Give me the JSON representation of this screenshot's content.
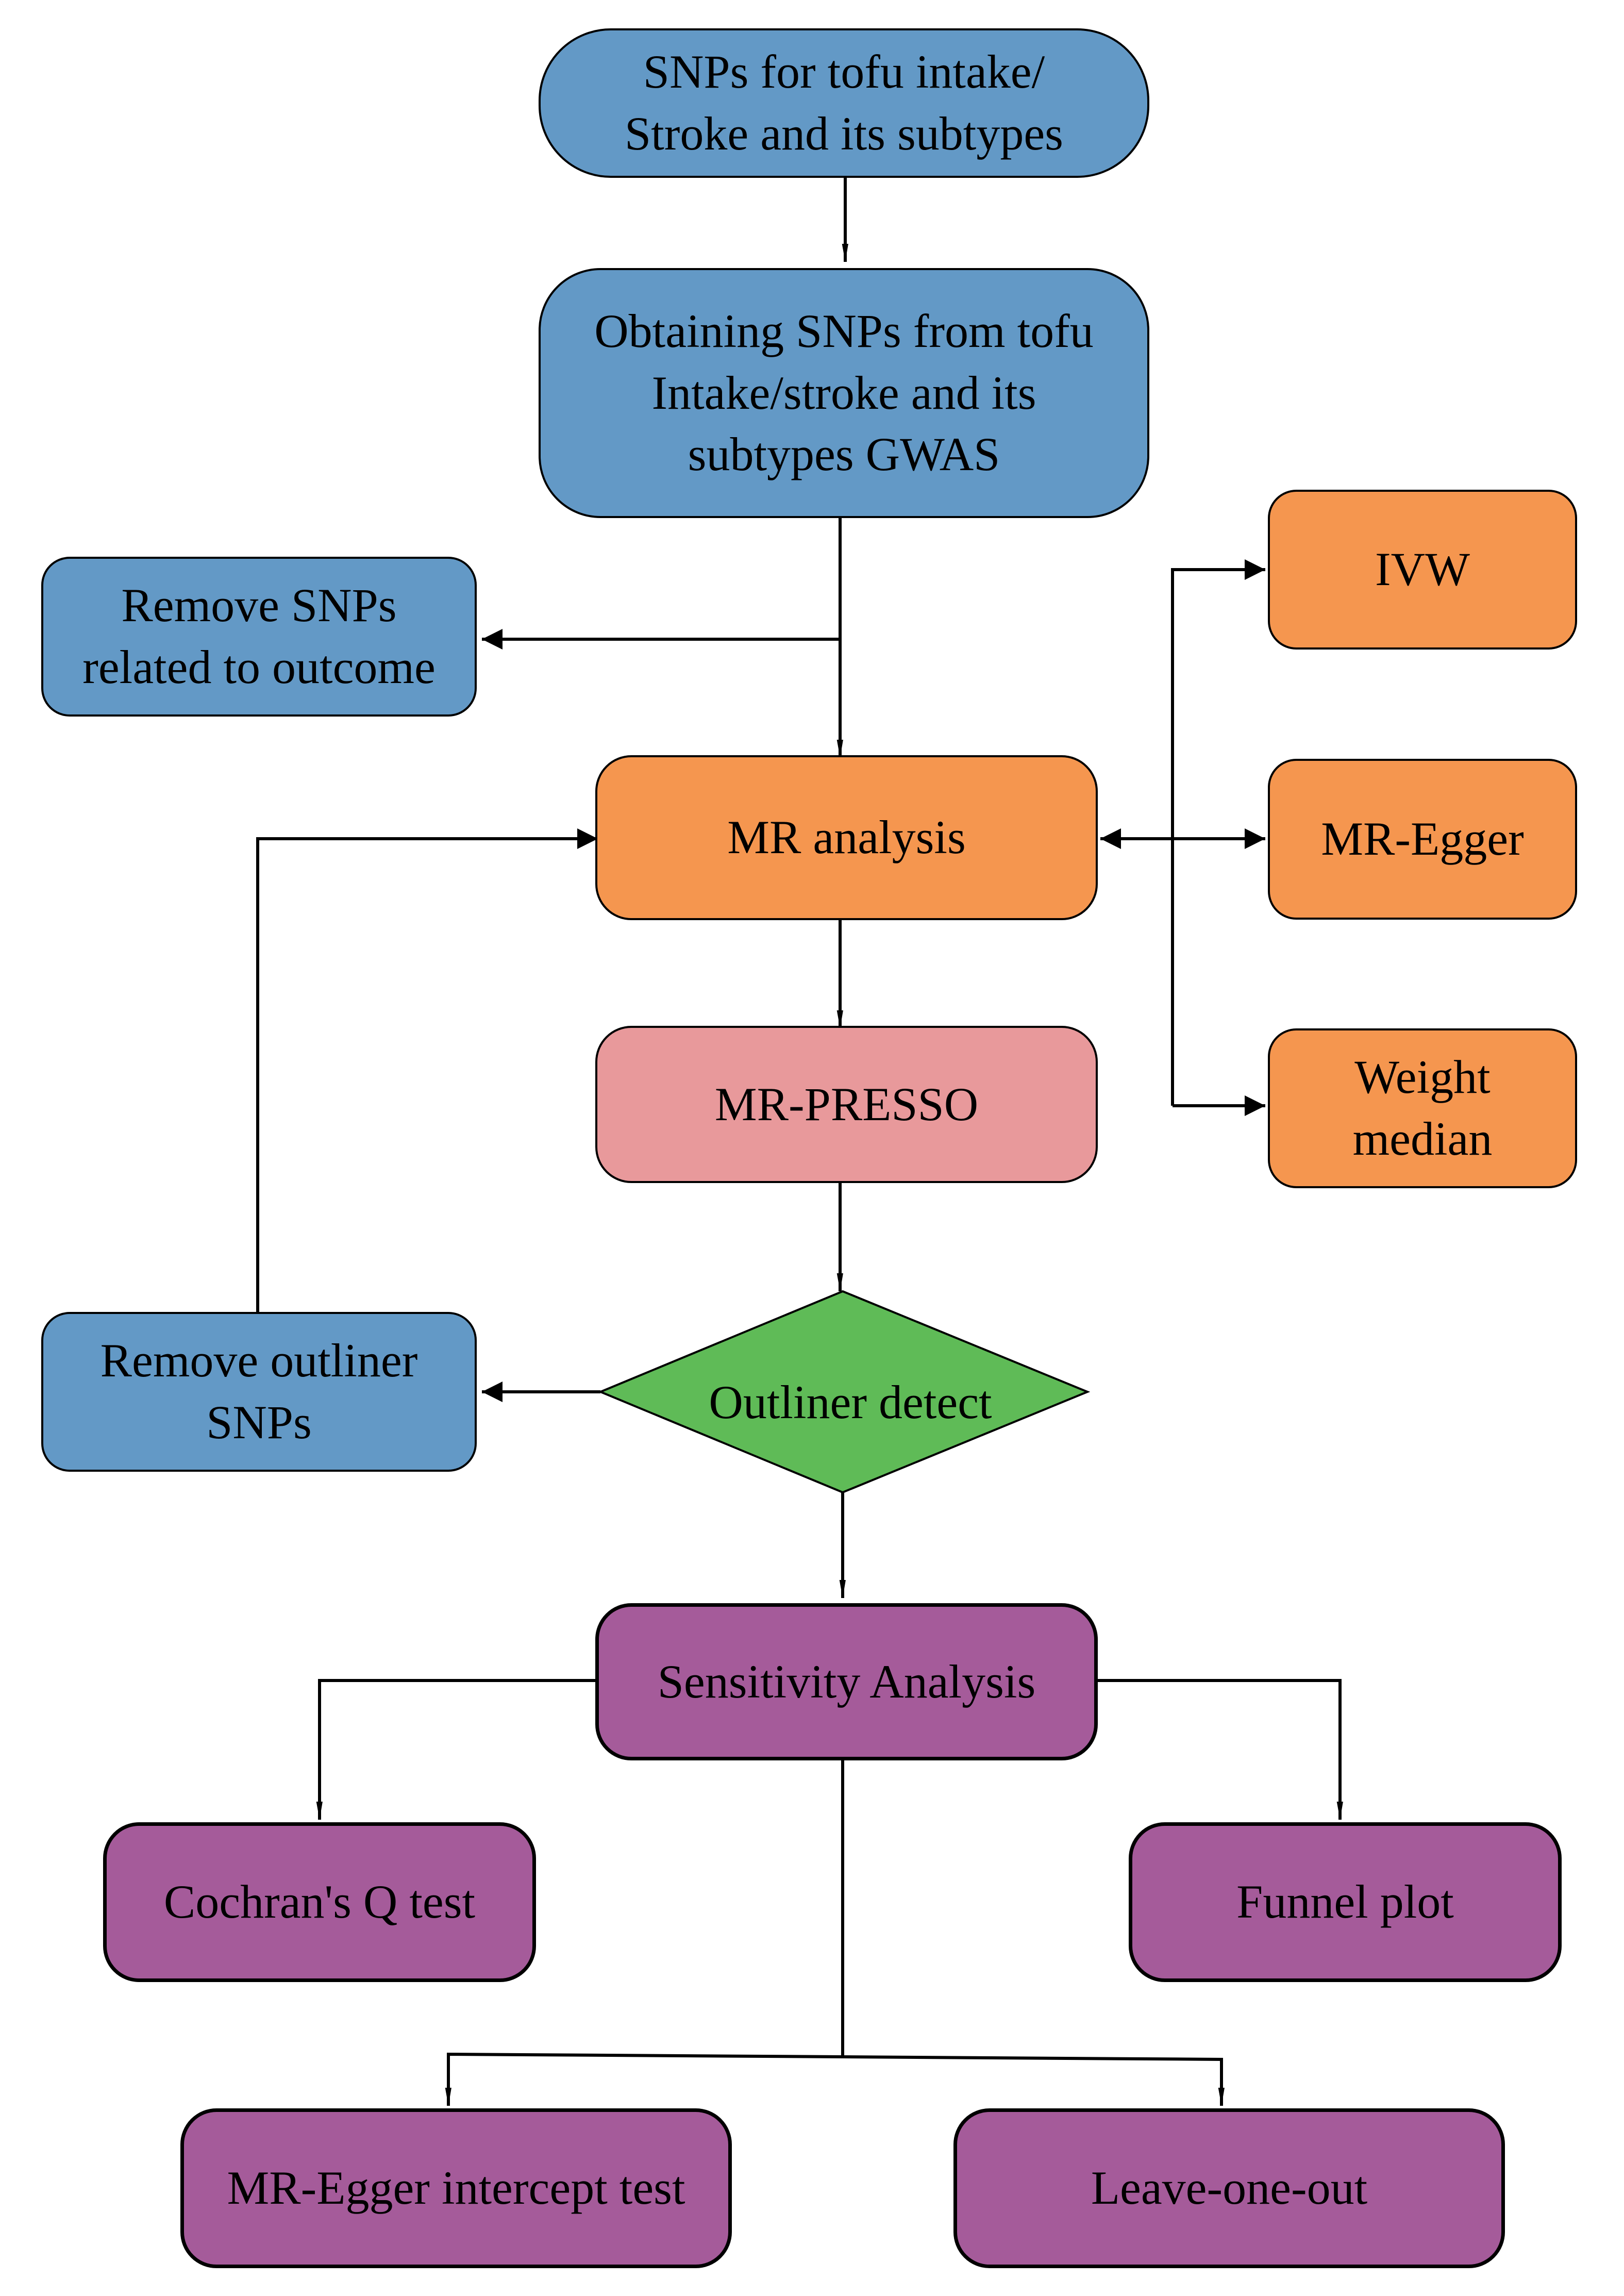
{
  "diagram": {
    "title": "MR study workflow",
    "colors": {
      "input": "#6399c6",
      "analysis": "#f5964f",
      "presso": "#e8999b",
      "decision": "#5fbb57",
      "sensitivity": "#a55b9a",
      "line": "#000000"
    },
    "nodes": {
      "snps_source": "SNPs for tofu intake/\nStroke and its subtypes",
      "obtain_snps": "Obtaining SNPs from tofu\nIntake/stroke and its\nsubtypes GWAS",
      "remove_related": "Remove SNPs\nrelated to outcome",
      "mr_analysis": "MR analysis",
      "ivw": "IVW",
      "mr_egger": "MR-Egger",
      "weight_median": "Weight\nmedian",
      "mr_presso": "MR-PRESSO",
      "outlier_detect": "Outliner detect",
      "remove_outlier": "Remove outliner\nSNPs",
      "sensitivity": "Sensitivity Analysis",
      "cochran": "Cochran's Q test",
      "funnel": "Funnel plot",
      "egger_intercept": "MR-Egger intercept test",
      "leave_one_out": "Leave-one-out"
    },
    "edges": [
      {
        "from": "snps_source",
        "to": "obtain_snps"
      },
      {
        "from": "obtain_snps",
        "to": "remove_related"
      },
      {
        "from": "obtain_snps",
        "to": "mr_analysis"
      },
      {
        "from": "mr_analysis",
        "to": "ivw"
      },
      {
        "from": "mr_analysis",
        "to": "mr_egger"
      },
      {
        "from": "mr_analysis",
        "to": "weight_median"
      },
      {
        "from": "mr_egger",
        "to": "mr_analysis"
      },
      {
        "from": "mr_analysis",
        "to": "mr_presso"
      },
      {
        "from": "mr_presso",
        "to": "outlier_detect"
      },
      {
        "from": "outlier_detect",
        "to": "remove_outlier"
      },
      {
        "from": "remove_outlier",
        "to": "mr_analysis"
      },
      {
        "from": "outlier_detect",
        "to": "sensitivity"
      },
      {
        "from": "sensitivity",
        "to": "cochran"
      },
      {
        "from": "sensitivity",
        "to": "funnel"
      },
      {
        "from": "sensitivity",
        "to": "egger_intercept"
      },
      {
        "from": "sensitivity",
        "to": "leave_one_out"
      }
    ]
  }
}
